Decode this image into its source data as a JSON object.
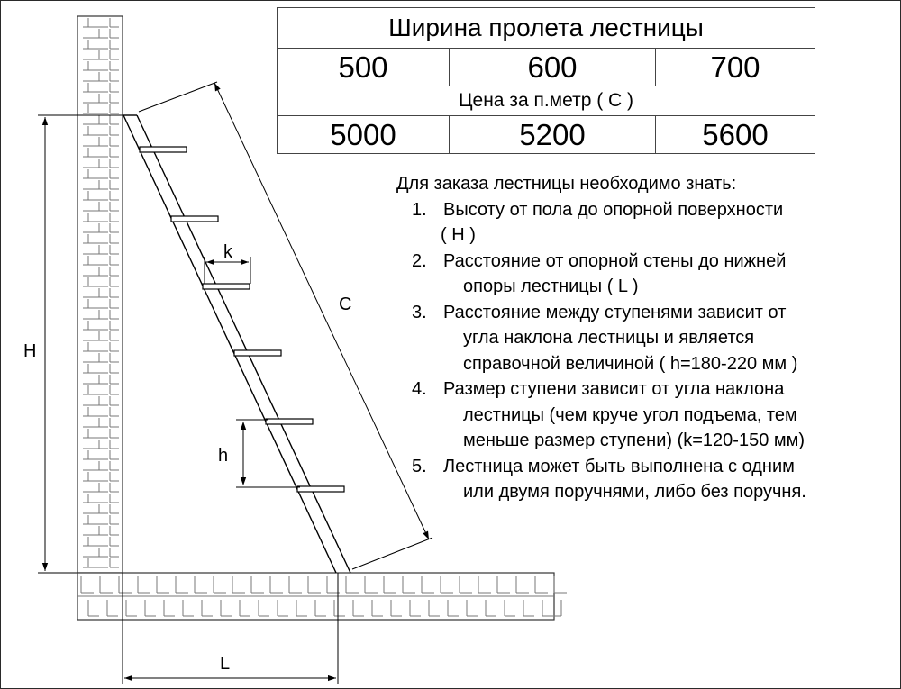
{
  "table": {
    "title": "Ширина пролета лестницы",
    "widths": [
      "500",
      "600",
      "700"
    ],
    "price_label": "Цена за п.метр ( С )",
    "prices": [
      "5000",
      "5200",
      "5600"
    ]
  },
  "notes": {
    "intro": "Для заказа лестницы необходимо знать:",
    "items": [
      {
        "num": "1.",
        "line1": "Высоту от пола до опорной поверхности",
        "line2": "( Н )"
      },
      {
        "num": "2.",
        "line1": "Расстояние от опорной стены до нижней",
        "line2": "опоры лестницы ( L )"
      },
      {
        "num": "3.",
        "line1": "Расстояние между ступенями зависит от",
        "line2": "угла наклона лестницы и является",
        "line3": "справочной величиной ( h=180-220 мм )"
      },
      {
        "num": "4.",
        "line1": "Размер ступени зависит от угла наклона",
        "line2": "лестницы (чем круче угол подъема, тем",
        "line3": "меньше размер ступени) (k=120-150 мм)"
      },
      {
        "num": "5.",
        "line1": "Лестница может быть выполнена с одним",
        "line2": "или двумя поручнями, либо без поручня."
      }
    ]
  },
  "labels": {
    "H": "H",
    "L": "L",
    "C": "C",
    "k": "k",
    "h": "h"
  }
}
